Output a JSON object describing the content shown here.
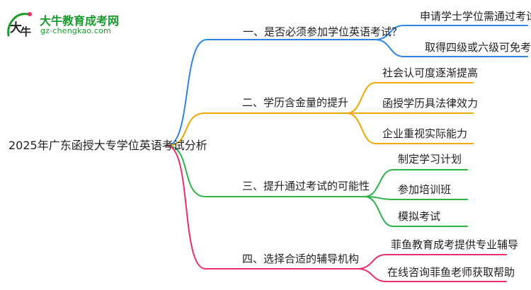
{
  "logo": {
    "title": "大牛教育成考网",
    "url": "gz-chengkao.com",
    "brand_color": "#1a9b2e"
  },
  "mindmap": {
    "root": "2025年广东函授大专学位英语考试分析",
    "branches": [
      {
        "label": "一、是否必须参加学位英语考试？",
        "color": "#2f86e0",
        "children": [
          "申请学士学位需通过考试",
          "取得四级或六级可免考"
        ]
      },
      {
        "label": "二、学历含金量的提升",
        "color": "#f0a800",
        "children": [
          "社会认可度逐渐提高",
          "函授学历具法律效力",
          "企业重视实际能力"
        ]
      },
      {
        "label": "三、提升通过考试的可能性",
        "color": "#2fb24a",
        "children": [
          "制定学习计划",
          "参加培训班",
          "模拟考试"
        ]
      },
      {
        "label": "四、选择合适的辅导机构",
        "color": "#e8306a",
        "children": [
          "菲鱼教育成考提供专业辅导",
          "在线咨询菲鱼老师获取帮助"
        ]
      }
    ]
  }
}
